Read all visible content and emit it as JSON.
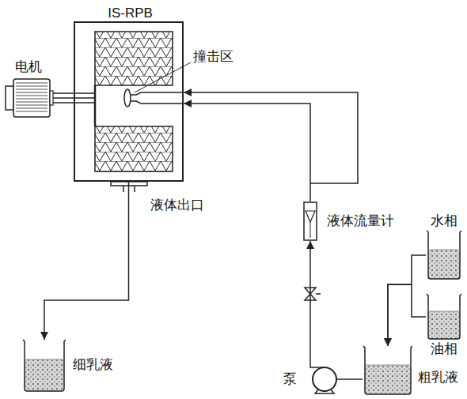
{
  "diagram": {
    "nodes": [
      {
        "text": [
          "IS-RPB"
        ]
      },
      {
        "text": [
          "电机"
        ]
      },
      {
        "text": [
          "细乳液"
        ]
      },
      {
        "text": [
          "液体流量计"
        ]
      },
      {
        "text": [
          "水相"
        ]
      },
      {
        "text": [
          "油相"
        ]
      },
      {
        "text": [
          "泵"
        ]
      },
      {
        "text": [
          "粗乳液"
        ]
      }
    ],
    "edges": [
      {
        "from": 1,
        "to": 0,
        "arrow": "none"
      },
      {
        "from": 0,
        "to": 2,
        "arrow": "to"
      },
      {
        "from": 4,
        "to": 7,
        "arrow": "to"
      },
      {
        "from": 5,
        "to": 7,
        "arrow": "to"
      },
      {
        "from": 7,
        "to": 6,
        "arrow": "none"
      },
      {
        "from": 6,
        "to": 3,
        "arrow": "to"
      },
      {
        "from": 3,
        "to": 0,
        "arrow": "to"
      }
    ],
    "labels": [
      "撞击区",
      "液体出口"
    ]
  }
}
